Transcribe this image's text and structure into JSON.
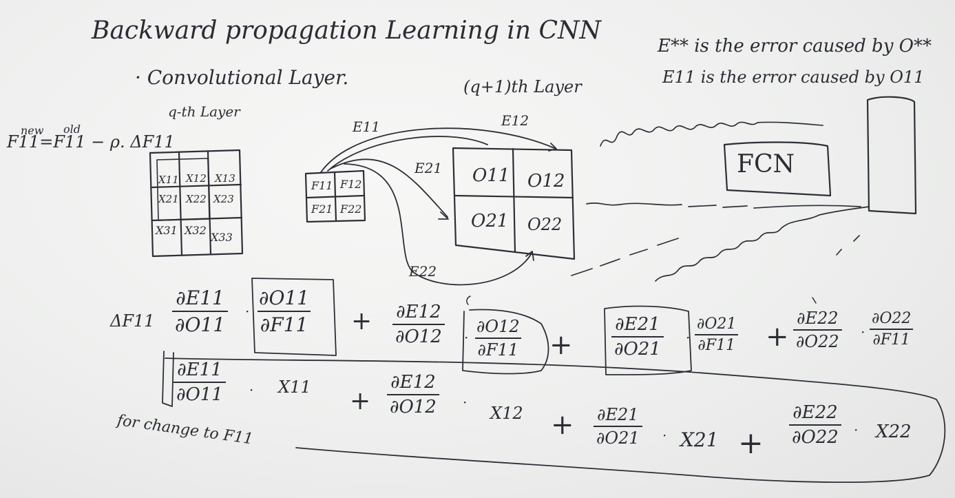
{
  "board": {
    "title": "Backward propagation Learning in CNN",
    "subtitle": "· Convolutional Layer.",
    "q_layer_label": "q-th Layer",
    "q1_layer_label": "(q+1)th Layer",
    "update_rule": "F11new = F11old − ρ · ΔF11",
    "update_lhs": "F11",
    "update_new": "new",
    "update_old": "old",
    "update_eq": "=F11 − ρ. ΔF11",
    "input_grid": [
      "X11",
      "X12",
      "X13",
      "X21",
      "X22",
      "X23",
      "X31",
      "X32",
      "X33"
    ],
    "filter_grid": [
      "F11",
      "F12",
      "F21",
      "F22"
    ],
    "output_grid": [
      "O11",
      "O12",
      "O21",
      "O22"
    ],
    "error_labels": {
      "e11": "E11",
      "e12": "E12",
      "e21": "E21",
      "e22": "E22"
    },
    "fcn_label": "FCN",
    "note1": "E** is the error caused by O**",
    "note2": "E11 is the error caused by O11",
    "eq1": {
      "lhs": "ΔF11",
      "t1_num": "∂E11",
      "t1_den": "∂O11",
      "t1b_num": "∂O11",
      "t1b_den": "∂F11",
      "t2_num": "∂E12",
      "t2_den": "∂O12",
      "t2b_num": "∂O12",
      "t2b_den": "∂F11",
      "t3_num": "∂E21",
      "t3_den": "∂O21",
      "t3b_num": "∂O21",
      "t3b_den": "∂F11",
      "t4_num": "∂E22",
      "t4_den": "∂O22",
      "t4b_num": "∂O22",
      "t4b_den": "∂F11",
      "plus": "+",
      "dot": "·"
    },
    "eq2": {
      "t1_num": "∂E11",
      "t1_den": "∂O11",
      "x1": "X11",
      "t2_num": "∂E12",
      "t2_den": "∂O12",
      "x2": "X12",
      "t3_num": "∂E21",
      "t3_den": "∂O21",
      "x3": "X21",
      "t4_num": "∂E22",
      "t4_den": "∂O22",
      "x4": "X22",
      "plus": "+",
      "dot": "·"
    },
    "footnote": "for change to F11"
  }
}
